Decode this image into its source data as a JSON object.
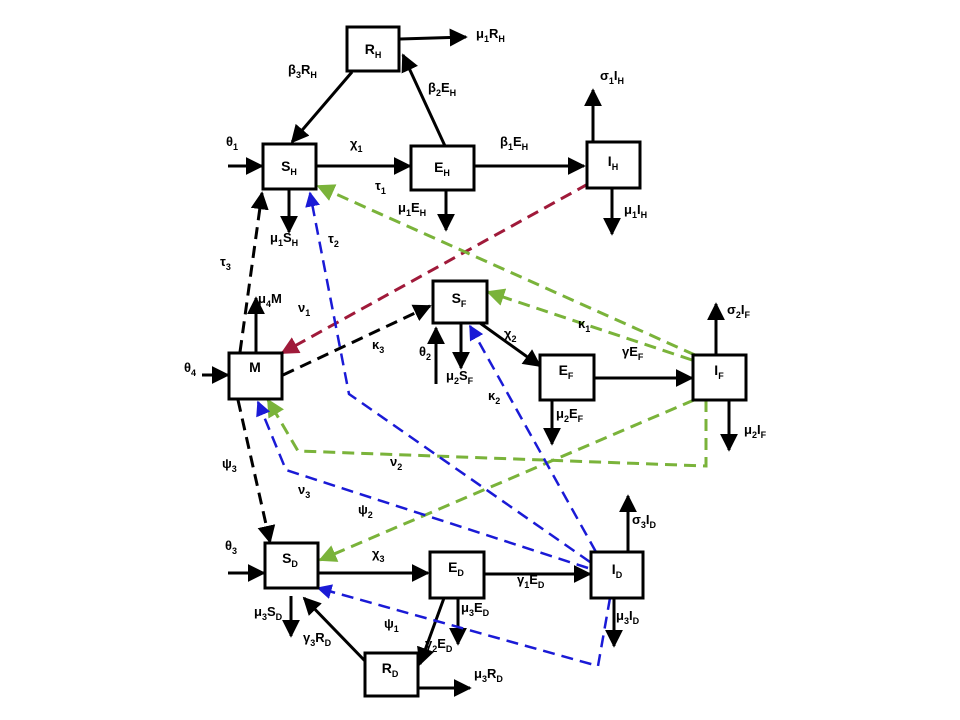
{
  "nodes": [
    {
      "id": "RH",
      "main": "R",
      "sub": "H"
    },
    {
      "id": "SH",
      "main": "S",
      "sub": "H"
    },
    {
      "id": "EH",
      "main": "E",
      "sub": "H"
    },
    {
      "id": "IH",
      "main": "I",
      "sub": "H"
    },
    {
      "id": "M",
      "main": "M",
      "sub": ""
    },
    {
      "id": "SF",
      "main": "S",
      "sub": "F"
    },
    {
      "id": "EF",
      "main": "E",
      "sub": "F"
    },
    {
      "id": "IF",
      "main": "I",
      "sub": "F"
    },
    {
      "id": "SD",
      "main": "S",
      "sub": "D"
    },
    {
      "id": "ED",
      "main": "E",
      "sub": "D"
    },
    {
      "id": "ID",
      "main": "I",
      "sub": "D"
    },
    {
      "id": "RD",
      "main": "R",
      "sub": "D"
    }
  ],
  "labels": [
    {
      "id": "mu1RH",
      "parts": [
        [
          "μ",
          ""
        ],
        [
          "1",
          "s"
        ],
        [
          "R",
          ""
        ],
        [
          "H",
          "s"
        ]
      ]
    },
    {
      "id": "beta3RH",
      "parts": [
        [
          "β",
          ""
        ],
        [
          "3",
          "s"
        ],
        [
          "R",
          ""
        ],
        [
          "H",
          "s"
        ]
      ]
    },
    {
      "id": "beta2EH",
      "parts": [
        [
          "β",
          ""
        ],
        [
          "2",
          "s"
        ],
        [
          "E",
          ""
        ],
        [
          "H",
          "s"
        ]
      ]
    },
    {
      "id": "sigma1IH",
      "parts": [
        [
          "σ",
          ""
        ],
        [
          "1",
          "s"
        ],
        [
          "I",
          ""
        ],
        [
          "H",
          "s"
        ]
      ]
    },
    {
      "id": "theta1",
      "parts": [
        [
          "θ",
          ""
        ],
        [
          "1",
          "s"
        ]
      ]
    },
    {
      "id": "chi1",
      "parts": [
        [
          "χ",
          ""
        ],
        [
          "1",
          "s"
        ]
      ]
    },
    {
      "id": "beta1EH",
      "parts": [
        [
          "β",
          ""
        ],
        [
          "1",
          "s"
        ],
        [
          "E",
          ""
        ],
        [
          "H",
          "s"
        ]
      ]
    },
    {
      "id": "tau1",
      "parts": [
        [
          "τ",
          ""
        ],
        [
          "1",
          "s"
        ]
      ]
    },
    {
      "id": "mu1EH",
      "parts": [
        [
          "μ",
          ""
        ],
        [
          "1",
          "s"
        ],
        [
          "E",
          ""
        ],
        [
          "H",
          "s"
        ]
      ]
    },
    {
      "id": "mu1IH",
      "parts": [
        [
          "μ",
          ""
        ],
        [
          "1",
          "s"
        ],
        [
          "I",
          ""
        ],
        [
          "H",
          "s"
        ]
      ]
    },
    {
      "id": "mu1SH",
      "parts": [
        [
          "μ",
          ""
        ],
        [
          "1",
          "s"
        ],
        [
          "S",
          ""
        ],
        [
          "H",
          "s"
        ]
      ]
    },
    {
      "id": "tau2",
      "parts": [
        [
          "τ",
          ""
        ],
        [
          "2",
          "s"
        ]
      ]
    },
    {
      "id": "tau3",
      "parts": [
        [
          "τ",
          ""
        ],
        [
          "3",
          "s"
        ]
      ]
    },
    {
      "id": "mu4M",
      "parts": [
        [
          "μ",
          ""
        ],
        [
          "4",
          "s"
        ],
        [
          "M",
          ""
        ]
      ]
    },
    {
      "id": "nu1",
      "parts": [
        [
          "ν",
          ""
        ],
        [
          "1",
          "s"
        ]
      ]
    },
    {
      "id": "kappa3",
      "parts": [
        [
          "κ",
          ""
        ],
        [
          "3",
          "s"
        ]
      ]
    },
    {
      "id": "kappa1",
      "parts": [
        [
          "κ",
          ""
        ],
        [
          "1",
          "s"
        ]
      ]
    },
    {
      "id": "sigma2IF",
      "parts": [
        [
          "σ",
          ""
        ],
        [
          "2",
          "s"
        ],
        [
          "I",
          ""
        ],
        [
          "F",
          "s"
        ]
      ]
    },
    {
      "id": "chi2",
      "parts": [
        [
          "χ",
          ""
        ],
        [
          "2",
          "s"
        ]
      ]
    },
    {
      "id": "theta2",
      "parts": [
        [
          "θ",
          ""
        ],
        [
          "2",
          "s"
        ]
      ]
    },
    {
      "id": "mu2SF",
      "parts": [
        [
          "μ",
          ""
        ],
        [
          "2",
          "s"
        ],
        [
          "S",
          ""
        ],
        [
          "F",
          "s"
        ]
      ]
    },
    {
      "id": "gammaEF",
      "parts": [
        [
          "γ",
          ""
        ],
        [
          "E",
          ""
        ],
        [
          "F",
          "s"
        ]
      ]
    },
    {
      "id": "theta4",
      "parts": [
        [
          "θ",
          ""
        ],
        [
          "4",
          "s"
        ]
      ]
    },
    {
      "id": "kappa2",
      "parts": [
        [
          "κ",
          ""
        ],
        [
          "2",
          "s"
        ]
      ]
    },
    {
      "id": "mu2EF",
      "parts": [
        [
          "μ",
          ""
        ],
        [
          "2",
          "s"
        ],
        [
          "E",
          ""
        ],
        [
          "F",
          "s"
        ]
      ]
    },
    {
      "id": "mu2IF",
      "parts": [
        [
          "μ",
          ""
        ],
        [
          "2",
          "s"
        ],
        [
          "I",
          ""
        ],
        [
          "F",
          "s"
        ]
      ]
    },
    {
      "id": "psi3",
      "parts": [
        [
          "ψ",
          ""
        ],
        [
          "3",
          "s"
        ]
      ]
    },
    {
      "id": "nu2",
      "parts": [
        [
          "ν",
          ""
        ],
        [
          "2",
          "s"
        ]
      ]
    },
    {
      "id": "nu3",
      "parts": [
        [
          "ν",
          ""
        ],
        [
          "3",
          "s"
        ]
      ]
    },
    {
      "id": "psi2",
      "parts": [
        [
          "ψ",
          ""
        ],
        [
          "2",
          "s"
        ]
      ]
    },
    {
      "id": "sigma3ID",
      "parts": [
        [
          "σ",
          ""
        ],
        [
          "3",
          "s"
        ],
        [
          "I",
          ""
        ],
        [
          "D",
          "s"
        ]
      ]
    },
    {
      "id": "theta3",
      "parts": [
        [
          "θ",
          ""
        ],
        [
          "3",
          "s"
        ]
      ]
    },
    {
      "id": "chi3",
      "parts": [
        [
          "χ",
          ""
        ],
        [
          "3",
          "s"
        ]
      ]
    },
    {
      "id": "gamma1ED",
      "parts": [
        [
          "γ",
          ""
        ],
        [
          "1",
          "s"
        ],
        [
          "E",
          ""
        ],
        [
          "D",
          "s"
        ]
      ]
    },
    {
      "id": "mu3SD",
      "parts": [
        [
          "μ",
          ""
        ],
        [
          "3",
          "s"
        ],
        [
          "S",
          ""
        ],
        [
          "D",
          "s"
        ]
      ]
    },
    {
      "id": "mu3ED",
      "parts": [
        [
          "μ",
          ""
        ],
        [
          "3",
          "s"
        ],
        [
          "E",
          ""
        ],
        [
          "D",
          "s"
        ]
      ]
    },
    {
      "id": "mu3ID",
      "parts": [
        [
          "μ",
          ""
        ],
        [
          "3",
          "s"
        ],
        [
          "I",
          ""
        ],
        [
          "D",
          "s"
        ]
      ]
    },
    {
      "id": "gamma3RD",
      "parts": [
        [
          "γ",
          ""
        ],
        [
          "3",
          "s"
        ],
        [
          "R",
          ""
        ],
        [
          "D",
          "s"
        ]
      ]
    },
    {
      "id": "psi1",
      "parts": [
        [
          "ψ",
          ""
        ],
        [
          "1",
          "s"
        ]
      ]
    },
    {
      "id": "gamma2ED",
      "parts": [
        [
          "γ",
          ""
        ],
        [
          "2",
          "s"
        ],
        [
          "E",
          ""
        ],
        [
          "D",
          "s"
        ]
      ]
    },
    {
      "id": "mu3RD",
      "parts": [
        [
          "μ",
          ""
        ],
        [
          "3",
          "s"
        ],
        [
          "R",
          ""
        ],
        [
          "D",
          "s"
        ]
      ]
    }
  ],
  "colors": {
    "black": "#000000",
    "blue": "#1a1ad6",
    "green": "#7ab33a",
    "red": "#a01a3a"
  }
}
